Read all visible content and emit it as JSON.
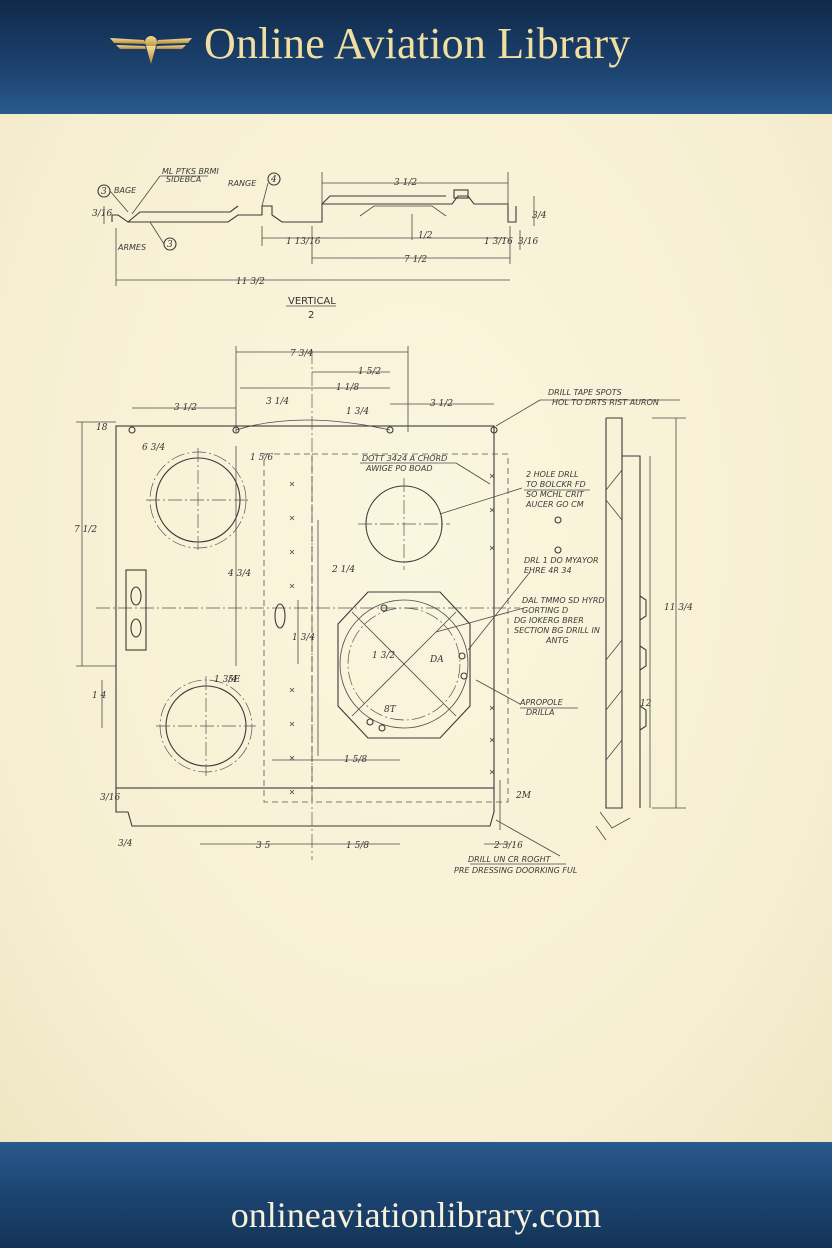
{
  "header": {
    "title": "Online Aviation Library",
    "logo_icon": "winged-emblem-icon"
  },
  "footer": {
    "url": "onlineaviationlibrary.com"
  },
  "colors": {
    "header_top": "#0f2a4a",
    "header_bottom": "#2a5a8c",
    "title_gold": "#f1dfa2",
    "paper": "#f6f0d6",
    "ink": "#3a3a3a"
  },
  "drawing": {
    "view_label": "VERTICAL",
    "view_number": "2",
    "callouts": [
      "3",
      "4",
      "3"
    ],
    "top_notes": [
      "ML PTKS BRMI",
      "SIDEBCA",
      "BAGE",
      "RANGE",
      "ARMES"
    ],
    "top_dims": [
      "3 1/2",
      "1 13/16",
      "1/2",
      "1 3/16",
      "3/16",
      "7 1/2",
      "11 3/2",
      "3/16",
      "3/4"
    ],
    "plan_dims": [
      "7 3/4",
      "1 5/2",
      "1 1/8",
      "3 1/2",
      "3 1/2",
      "3 1/4",
      "1 3/4",
      "7 1/2",
      "6 3/4",
      "4 3/4",
      "2 1/4",
      "1 3/4",
      "1 3/2",
      "1 3/4",
      "1 5/8",
      "1 4",
      "1 5/6",
      "3 5",
      "1 5/8",
      "2 3/16",
      "3/16",
      "3/4"
    ],
    "side_dims": [
      "11 3/4",
      "12"
    ],
    "notes_right": [
      "DRILL TAPE SPOTS",
      "HOL TO DRTS RIST AURON",
      "2 HOLE DRLL",
      "TO BOLCKR FD",
      "SO MCHL CRIT",
      "AUCER GO CM",
      "DRL 1 DO MYAYOR",
      "EHRE 4R 34",
      "DAL TMMO SD HYRD",
      "GORTING D",
      "DG IOKERG BRER",
      "SECTION BG DRILL IN",
      "ANTG",
      "APROPOLE",
      "DRILLA"
    ],
    "notes_center": [
      "DOTT 3424 A CHORD",
      "AWIGE PO BOAD"
    ],
    "bottom_notes": [
      "DRILL UN CR ROGHT",
      "PRE DRESSING DOORKING FUL"
    ],
    "misc_labels": [
      "DA",
      "18",
      "5E",
      "8T",
      "2M"
    ]
  }
}
